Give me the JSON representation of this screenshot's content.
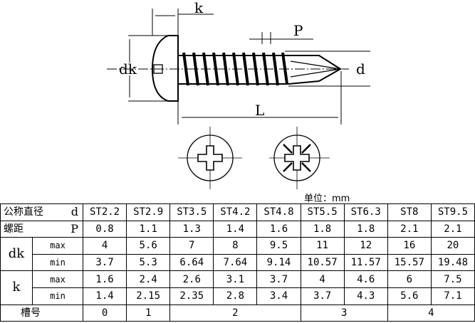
{
  "drawing": {
    "k": "k",
    "P": "P",
    "dk": "dk",
    "d": "d",
    "L": "L"
  },
  "unit": "单位：mm",
  "table": {
    "nominal_label": "公称直径",
    "nominal_symbol": "d",
    "sizes": [
      "ST2.2",
      "ST2.9",
      "ST3.5",
      "ST4.2",
      "ST4.8",
      "ST5.5",
      "ST6.3",
      "ST8",
      "ST9.5"
    ],
    "pitch_label": "螺距",
    "pitch_symbol": "P",
    "pitch": [
      "0.8",
      "1.1",
      "1.3",
      "1.4",
      "1.6",
      "1.8",
      "1.8",
      "2.1",
      "2.1"
    ],
    "dk_label": "dk",
    "k_label": "k",
    "max": "max",
    "min": "min",
    "dk_max": [
      "4",
      "5.6",
      "7",
      "8",
      "9.5",
      "11",
      "12",
      "16",
      "20"
    ],
    "dk_min": [
      "3.7",
      "5.3",
      "6.64",
      "7.64",
      "9.14",
      "10.57",
      "11.57",
      "15.57",
      "19.48"
    ],
    "k_max": [
      "1.6",
      "2.4",
      "2.6",
      "3.1",
      "3.7",
      "4",
      "4.6",
      "6",
      "7.5"
    ],
    "k_min": [
      "1.4",
      "2.15",
      "2.35",
      "2.8",
      "3.4",
      "3.7",
      "4.3",
      "5.6",
      "7.1"
    ],
    "recess_label": "槽号",
    "recess": [
      "0",
      "1",
      "2",
      "3",
      "4"
    ]
  }
}
